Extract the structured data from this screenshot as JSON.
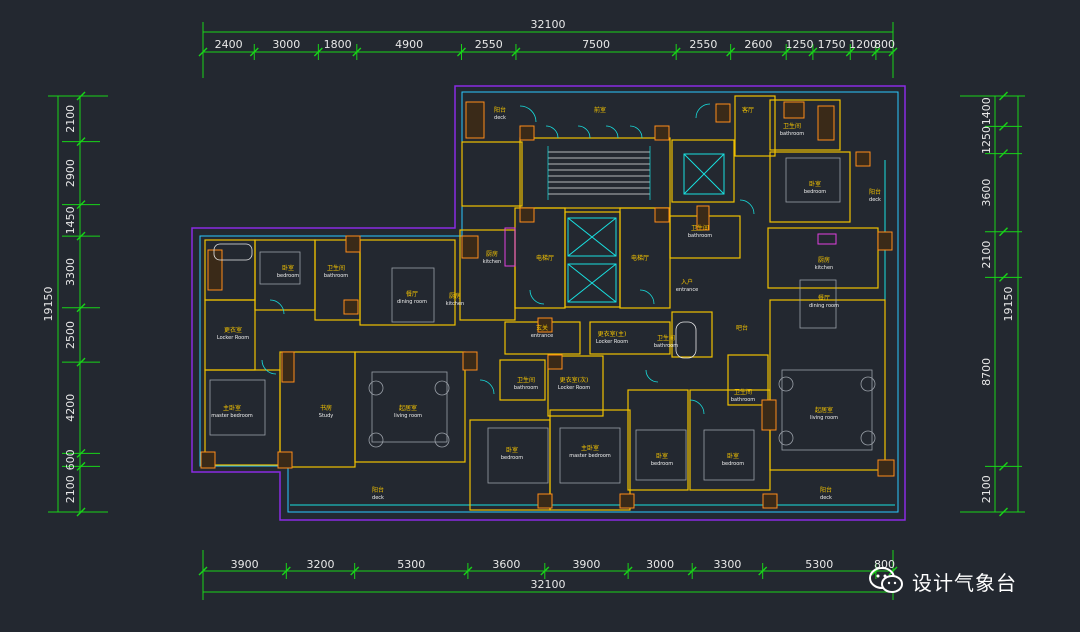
{
  "dimensions": {
    "top_total": "32100",
    "top_segments": [
      "2400",
      "3000",
      "1800",
      "4900",
      "2550",
      "7500",
      "2550",
      "2600",
      "1250",
      "1750",
      "1200",
      "800"
    ],
    "bottom_total": "32100",
    "bottom_segments": [
      "3900",
      "3200",
      "5300",
      "3600",
      "3900",
      "3000",
      "3300",
      "5300",
      "800"
    ],
    "left_total": "19150",
    "left_segments": [
      "2100",
      "2900",
      "1450",
      "3300",
      "2500",
      "4200",
      "600",
      "2100"
    ],
    "right_total": "19150",
    "right_segments": [
      "1400",
      "1250",
      "3600",
      "2100",
      "8700",
      "2100"
    ]
  },
  "rooms": [
    {
      "name": "阳台",
      "sub": "deck"
    },
    {
      "name": "前室",
      "sub": ""
    },
    {
      "name": "卫生间",
      "sub": "bathroom"
    },
    {
      "name": "客厅",
      "sub": ""
    },
    {
      "name": "卧室",
      "sub": "bedroom"
    },
    {
      "name": "阳台",
      "sub": "deck"
    },
    {
      "name": "厨房",
      "sub": "kitchen"
    },
    {
      "name": "电梯厅",
      "sub": ""
    },
    {
      "name": "电梯厅",
      "sub": ""
    },
    {
      "name": "卫生间",
      "sub": "bathroom"
    },
    {
      "name": "卫生间",
      "sub": "bathroom"
    },
    {
      "name": "卧室",
      "sub": "bedroom"
    },
    {
      "name": "餐厅",
      "sub": "dining room"
    },
    {
      "name": "厨房",
      "sub": "kitchen"
    },
    {
      "name": "入户",
      "sub": "entrance"
    },
    {
      "name": "厨房",
      "sub": "kitchen"
    },
    {
      "name": "餐厅",
      "sub": "dining room"
    },
    {
      "name": "更衣室",
      "sub": "Locker Room"
    },
    {
      "name": "玄关",
      "sub": "entrance"
    },
    {
      "name": "更衣室(主)",
      "sub": "Locker Room"
    },
    {
      "name": "卫生间",
      "sub": "bathroom"
    },
    {
      "name": "吧台",
      "sub": ""
    },
    {
      "name": "卫生间",
      "sub": "bathroom"
    },
    {
      "name": "更衣室(次)",
      "sub": "Locker Room"
    },
    {
      "name": "卫生间",
      "sub": "bathroom"
    },
    {
      "name": "主卧室",
      "sub": "master bedroom"
    },
    {
      "name": "书房",
      "sub": "Study"
    },
    {
      "name": "起居室",
      "sub": "living room"
    },
    {
      "name": "起居室",
      "sub": "living room"
    },
    {
      "name": "卧室",
      "sub": "bedroom"
    },
    {
      "name": "主卧室",
      "sub": "master bedroom"
    },
    {
      "name": "卧室",
      "sub": "bedroom"
    },
    {
      "name": "卧室",
      "sub": "bedroom"
    },
    {
      "name": "阳台",
      "sub": "deck"
    },
    {
      "name": "阳台",
      "sub": "deck"
    }
  ],
  "watermark": {
    "text": "设计气象台"
  }
}
